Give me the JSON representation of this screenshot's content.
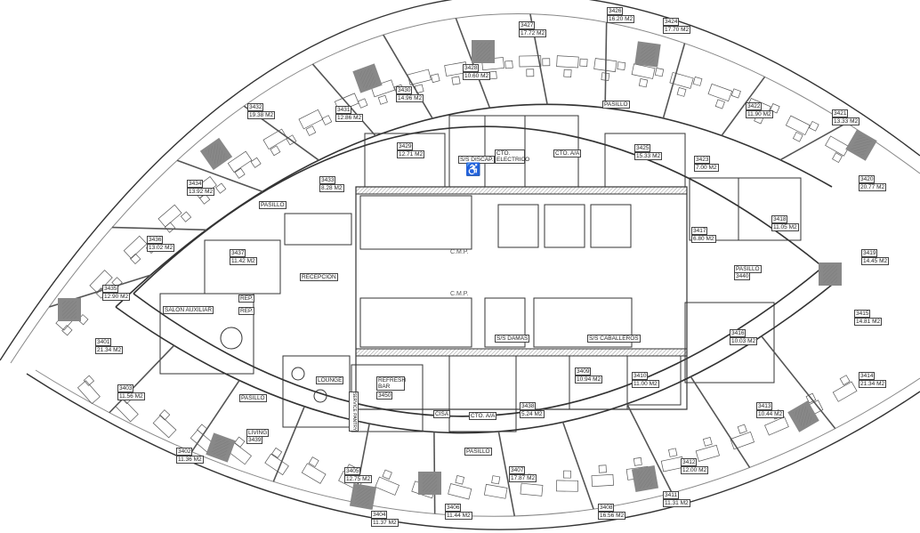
{
  "rooms": [
    {
      "id": "3427",
      "area": "17.72 M2"
    },
    {
      "id": "3426",
      "area": "16.20 M2"
    },
    {
      "id": "3424",
      "area": "17.70 M2"
    },
    {
      "id": "3428",
      "area": "10.60 M2"
    },
    {
      "id": "3430",
      "area": "14.96 M2"
    },
    {
      "id": "3431",
      "area": "12.86 M2"
    },
    {
      "id": "3432",
      "area": "19.38 M2"
    },
    {
      "id": "3422",
      "area": "11.90 M2"
    },
    {
      "id": "3421",
      "area": "13.33 M2"
    },
    {
      "id": "3429",
      "area": "12.71 M2"
    },
    {
      "id": "3425",
      "area": "15.33 M2"
    },
    {
      "id": "3423",
      "area": "7.00 M2"
    },
    {
      "id": "3420",
      "area": "20.77 M2"
    },
    {
      "id": "3434",
      "area": "13.92 M2"
    },
    {
      "id": "3433",
      "area": "8.28 M2"
    },
    {
      "id": "3436",
      "area": "13.02 M2"
    },
    {
      "id": "3437",
      "area": "11.42 M2"
    },
    {
      "id": "3419",
      "area": "14.45 M2"
    },
    {
      "id": "3418",
      "area": "11.05 M2"
    },
    {
      "id": "3417",
      "area": "6.80 M2"
    },
    {
      "id": "3435",
      "area": "12.90 M2"
    },
    {
      "id": "3415",
      "area": "14.81 M2"
    },
    {
      "id": "3416",
      "area": "10.03 M2"
    },
    {
      "id": "3401",
      "area": "21.34 M2"
    },
    {
      "id": "3414",
      "area": "21.34 M2"
    },
    {
      "id": "3409",
      "area": "10.94 M2"
    },
    {
      "id": "3410",
      "area": "11.00 M2"
    },
    {
      "id": "3438",
      "area": "5.24 M2"
    },
    {
      "id": "3413",
      "area": "10.44 M2"
    },
    {
      "id": "3403",
      "area": "11.56 M2"
    },
    {
      "id": "3402",
      "area": "11.36 M2"
    },
    {
      "id": "3412",
      "area": "12.00 M2"
    },
    {
      "id": "3405",
      "area": "12.75 M2"
    },
    {
      "id": "3407",
      "area": "17.87 M2"
    },
    {
      "id": "3411",
      "area": "11.31 M2"
    },
    {
      "id": "3406",
      "area": "11.44 M2"
    },
    {
      "id": "3408",
      "area": "16.56 M2"
    },
    {
      "id": "3404",
      "area": "11.37 M2"
    }
  ],
  "spaces": {
    "pasillo": "PASILLO",
    "pasillo_code": "3440",
    "recepcion": "RECEPCION",
    "salon_auxiliar": "SALON AUXILIAR",
    "rep": "REP.",
    "lounge": "LOUNGE",
    "refresh_bar": "REFRESH BAR",
    "refresh_code": "3450",
    "service_pantry": "SERVICE PANTRY",
    "cisa": "CISA",
    "cto_aa": "CTO. A/A",
    "cto_electrico": "CTO. ELECTRICO",
    "ss_discap": "S/S DISCAP.",
    "ss_damas": "S/S DAMAS",
    "ss_caballeros": "S/S CABALLEROS",
    "cmp": "C.M.P.",
    "living": "LIVING",
    "living_code": "3439"
  }
}
